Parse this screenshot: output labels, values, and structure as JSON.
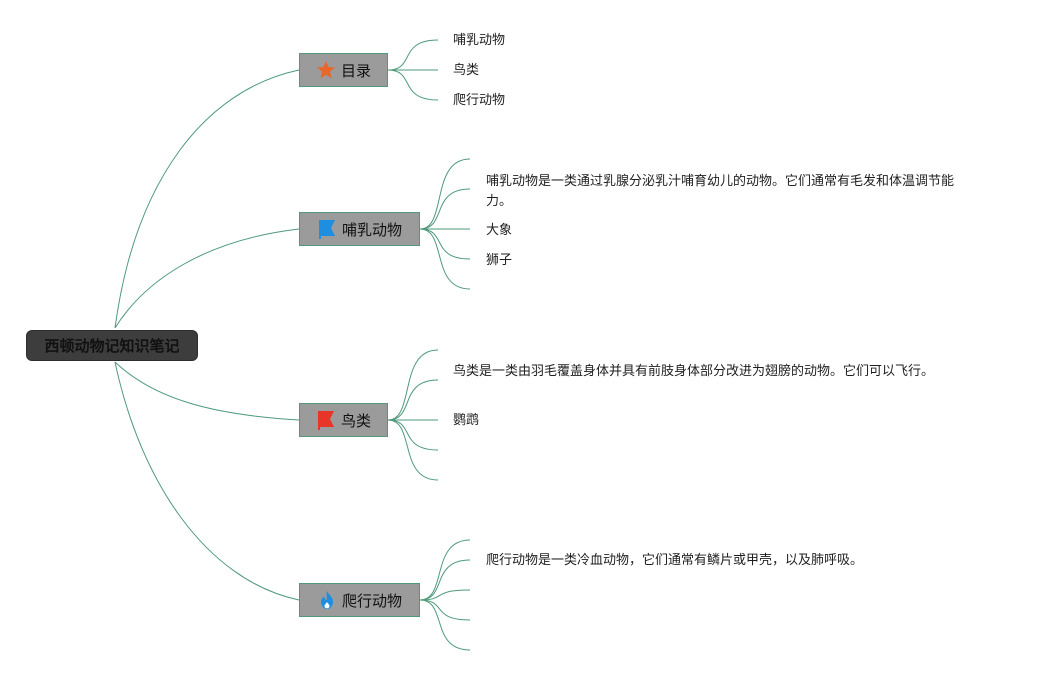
{
  "root": {
    "label": "西顿动物记知识笔记"
  },
  "branches": [
    {
      "label": "目录",
      "icon": "star-icon",
      "icon_color": "#e8682a",
      "children": [
        "哺乳动物",
        "鸟类",
        "爬行动物"
      ]
    },
    {
      "label": "哺乳动物",
      "icon": "flag-icon",
      "icon_color": "#1e8fe0",
      "children": [
        "哺乳动物是一类通过乳腺分泌乳汁哺育幼儿的动物。它们通常有毛发和体温调节能力。",
        "大象",
        "狮子"
      ]
    },
    {
      "label": "鸟类",
      "icon": "flag-icon",
      "icon_color": "#e8352a",
      "children": [
        "鸟类是一类由羽毛覆盖身体并具有前肢身体部分改进为翅膀的动物。它们可以飞行。",
        "鹦鹉"
      ]
    },
    {
      "label": "爬行动物",
      "icon": "fire-icon",
      "icon_color": "#1e8fe0",
      "children": [
        "爬行动物是一类冷血动物，它们通常有鳞片或甲壳，以及肺呼吸。"
      ]
    }
  ],
  "colors": {
    "link": "#4e9a7a",
    "root_bg": "#3d3d3d",
    "branch_bg": "#9b9b9b"
  }
}
